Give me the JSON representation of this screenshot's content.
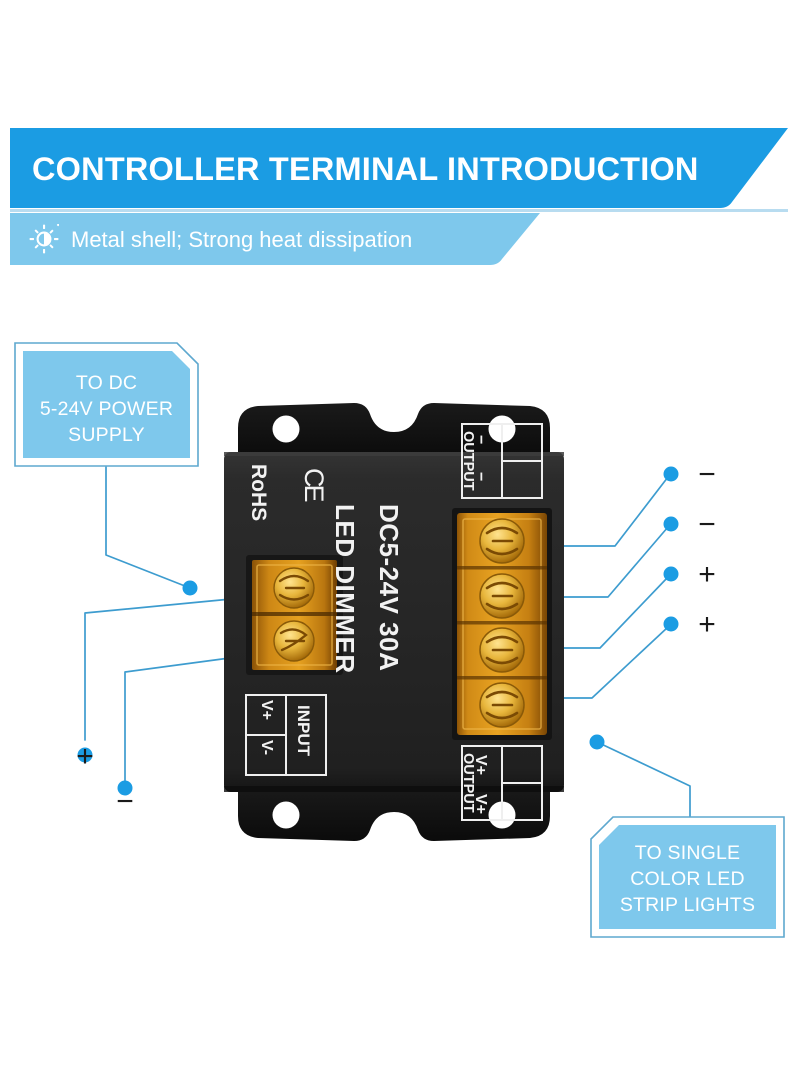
{
  "header": {
    "title": "CONTROLLER TERMINAL INTRODUCTION",
    "subtitle": "Metal shell; Strong heat dissipation",
    "icon": "brightness-sun-icon",
    "band_color": "#1b9ce3",
    "sub_band_color": "#7ec8ec",
    "rule_color": "#b8dcf0"
  },
  "callouts": {
    "power": {
      "name": "to-dc-power-supply",
      "lines": [
        "TO DC",
        "5-24V POWER",
        "SUPPLY"
      ],
      "text": "TO DC 5-24V POWER SUPPLY",
      "fill": "#7ec8ec",
      "border": "#5ea8cf"
    },
    "strip": {
      "name": "to-single-color-led-strip-lights",
      "lines": [
        "TO SINGLE",
        "COLOR LED",
        "STRIP LIGHTS"
      ],
      "text": "TO SINGLE COLOR LED STRIP LIGHTS",
      "fill": "#7ec8ec",
      "border": "#5ea8cf"
    }
  },
  "device": {
    "name": "led-dimmer-controller",
    "body_color": "#262626",
    "flange_color": "#101010",
    "product_name": "LED DIMMER",
    "specs": "DC5-24V  30A",
    "rohs_mark": "RoHS",
    "ce_mark": "CE",
    "input_block": {
      "label": "INPUT",
      "terminals": [
        "V+",
        "V-"
      ],
      "screw_count": 2,
      "housing_color": "#c8821a"
    },
    "output_block_top": {
      "label": "OUTPUT",
      "terminals": [
        "−",
        "−"
      ]
    },
    "output_block_bottom": {
      "label": "OUTPUT",
      "terminals": [
        "V+",
        "V+"
      ]
    },
    "output_screw_count": 4,
    "mounting_holes": 4
  },
  "leaders": {
    "dot_color": "#1b9ce3",
    "line_color": "#3d9ccf",
    "left_labels": [
      {
        "name": "input-positive-label",
        "symbol": "+"
      },
      {
        "name": "input-negative-label",
        "symbol": "−"
      }
    ],
    "right_labels": [
      {
        "name": "output-negative-label-1",
        "symbol": "−"
      },
      {
        "name": "output-negative-label-2",
        "symbol": "−"
      },
      {
        "name": "output-positive-label-1",
        "symbol": "+"
      },
      {
        "name": "output-positive-label-2",
        "symbol": "+"
      }
    ]
  }
}
